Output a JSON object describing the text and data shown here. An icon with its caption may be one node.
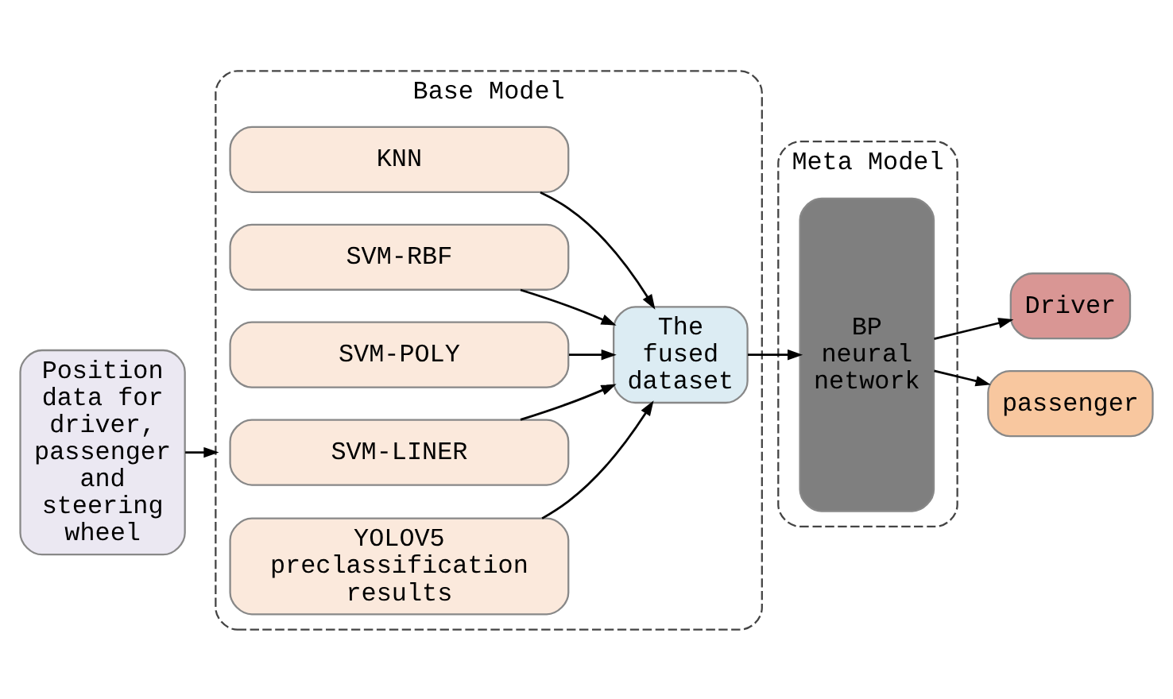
{
  "diagram": {
    "nodes": [
      {
        "text": [
          "Position data for driver, passenger and steering wheel"
        ]
      },
      {
        "text": [
          "Base Model"
        ]
      },
      {
        "text": [
          "KNN"
        ],
        "in": 1
      },
      {
        "text": [
          "SVM-RBF"
        ],
        "in": 1
      },
      {
        "text": [
          "SVM-POLY"
        ],
        "in": 1
      },
      {
        "text": [
          "SVM-LINER"
        ],
        "in": 1
      },
      {
        "text": [
          "YOLOV5 preclassification results"
        ],
        "in": 1
      },
      {
        "text": [
          "The fused dataset"
        ],
        "in": 1
      },
      {
        "text": [
          "Meta Model"
        ]
      },
      {
        "text": [
          "BP neural network"
        ],
        "in": 8
      },
      {
        "text": [
          "Driver"
        ]
      },
      {
        "text": [
          "passenger"
        ]
      }
    ],
    "edges": [
      {
        "from": 0,
        "to": 1,
        "arrow": "to"
      },
      {
        "from": 2,
        "to": 7,
        "arrow": "to"
      },
      {
        "from": 3,
        "to": 7,
        "arrow": "to"
      },
      {
        "from": 4,
        "to": 7,
        "arrow": "to"
      },
      {
        "from": 5,
        "to": 7,
        "arrow": "to"
      },
      {
        "from": 6,
        "to": 7,
        "arrow": "to"
      },
      {
        "from": 7,
        "to": 9,
        "arrow": "to"
      },
      {
        "from": 9,
        "to": 10,
        "arrow": "to"
      },
      {
        "from": 9,
        "to": 11,
        "arrow": "to"
      }
    ]
  }
}
